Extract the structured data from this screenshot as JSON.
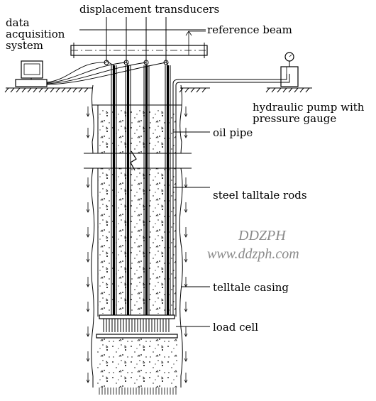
{
  "labels": {
    "transducers": "displacement transducers",
    "data_acq_line1": "data",
    "data_acq_line2": "acquisition",
    "data_acq_line3": "system",
    "reference_beam": "reference beam",
    "pump_line1": "hydraulic pump with",
    "pump_line2": "pressure gauge",
    "oil_pipe": "oil pipe",
    "rods": "steel talltale rods",
    "casing": "telltale casing",
    "load_cell": "load cell"
  },
  "watermark": {
    "brand": "DDZPH",
    "url": "www.ddzph.com"
  },
  "colors": {
    "line": "#000000",
    "watermark": "#8a8a8a",
    "background": "#ffffff"
  }
}
